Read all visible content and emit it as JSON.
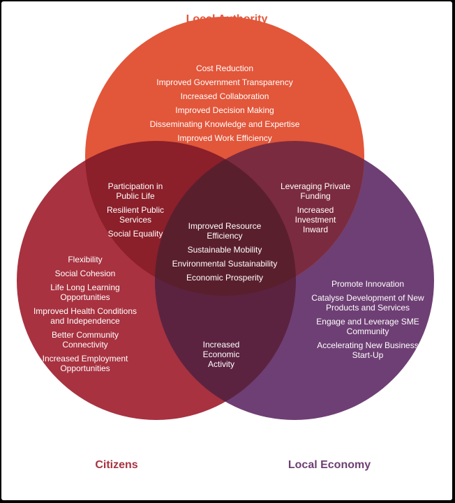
{
  "sets": {
    "local_authority": {
      "title": "Local Authority",
      "color": "#e2563a",
      "items": [
        "Cost Reduction",
        "Improved Government Transparency",
        "Increased Collaboration",
        "Improved Decision Making",
        "Disseminating Knowledge and Expertise",
        "Improved Work Efficiency"
      ]
    },
    "citizens": {
      "title": "Citizens",
      "color": "#a83240",
      "items": [
        "Flexibility",
        "Social Cohesion",
        [
          "Life Long Learning",
          "Opportunities"
        ],
        [
          "Improved Health Conditions",
          "and Independence"
        ],
        [
          "Better Community",
          "Connectivity"
        ],
        [
          "Increased Employment",
          "Opportunities"
        ]
      ]
    },
    "local_economy": {
      "title": "Local Economy",
      "color": "#6e3f74",
      "items": [
        "Promote Innovation",
        [
          "Catalyse Development of New",
          "Products and Services"
        ],
        [
          "Engage and Leverage SME",
          "Community"
        ],
        [
          "Accelerating New Business",
          "Start-Up"
        ]
      ]
    }
  },
  "intersections": {
    "authority_citizens": {
      "items": [
        [
          "Participation in",
          "Public Life"
        ],
        [
          "Resilient Public",
          "Services"
        ],
        "Social Equality"
      ]
    },
    "authority_economy": {
      "items": [
        [
          "Leveraging Private",
          "Funding"
        ],
        [
          "Increased",
          "Investment",
          "Inward"
        ]
      ]
    },
    "citizens_economy": {
      "items": [
        [
          "Increased",
          "Economic",
          "Activity"
        ]
      ]
    },
    "all": {
      "items": [
        [
          "Improved Resource",
          "Efficiency"
        ],
        "Sustainable Mobility",
        "Environmental Sustainability",
        "Economic Prosperity"
      ]
    }
  }
}
